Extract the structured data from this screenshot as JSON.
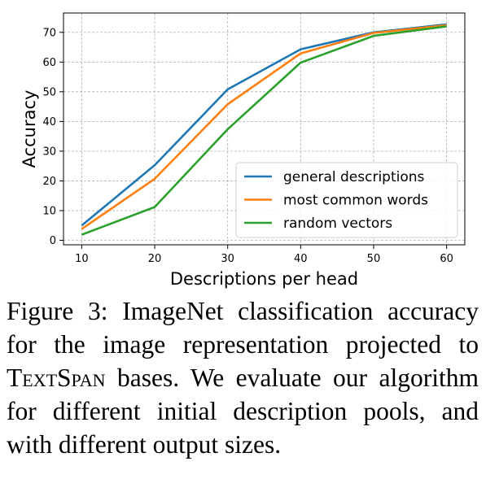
{
  "chart_data": {
    "type": "line",
    "xlabel": "Descriptions per head",
    "ylabel": "Accuracy",
    "x": [
      10,
      20,
      30,
      40,
      50,
      60
    ],
    "xlim": [
      7.5,
      62.5
    ],
    "ylim": [
      -1.5,
      76.5
    ],
    "xticks": [
      "10",
      "20",
      "30",
      "40",
      "50",
      "60"
    ],
    "yticks": [
      "0",
      "10",
      "20",
      "30",
      "40",
      "50",
      "60",
      "70"
    ],
    "grid": true,
    "legend_position": "lower-right",
    "series": [
      {
        "name": "general descriptions",
        "color": "#1f77b4",
        "values": [
          5.0,
          25.3,
          50.8,
          64.3,
          70.0,
          72.7
        ]
      },
      {
        "name": "most common words",
        "color": "#ff7f0e",
        "values": [
          3.8,
          20.7,
          45.8,
          62.9,
          69.8,
          72.4
        ]
      },
      {
        "name": "random vectors",
        "color": "#2ca02c",
        "values": [
          1.9,
          11.2,
          37.4,
          59.8,
          68.8,
          72.0
        ]
      }
    ]
  },
  "caption": {
    "prefix": "Figure 3: ImageNet classification accuracy for the image representation projected to ",
    "smallcaps": "TextSpan",
    "suffix": " bases.  We evaluate our algorithm for different initial description pools, and with different output sizes."
  }
}
